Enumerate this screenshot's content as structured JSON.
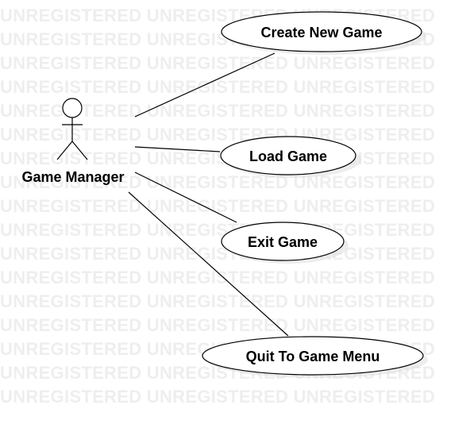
{
  "watermark": {
    "text": "UNREGISTERED UNREGISTERED UNREGISTERED"
  },
  "actor": {
    "label": "Game Manager"
  },
  "use_cases": [
    {
      "id": "create-new-game",
      "label": "Create New Game"
    },
    {
      "id": "load-game",
      "label": "Load Game"
    },
    {
      "id": "exit-game",
      "label": "Exit Game"
    },
    {
      "id": "quit-to-game-menu",
      "label": "Quit To Game Menu"
    }
  ],
  "colors": {
    "line": "#000000",
    "watermark": "#eeeeee",
    "background": "#ffffff"
  }
}
